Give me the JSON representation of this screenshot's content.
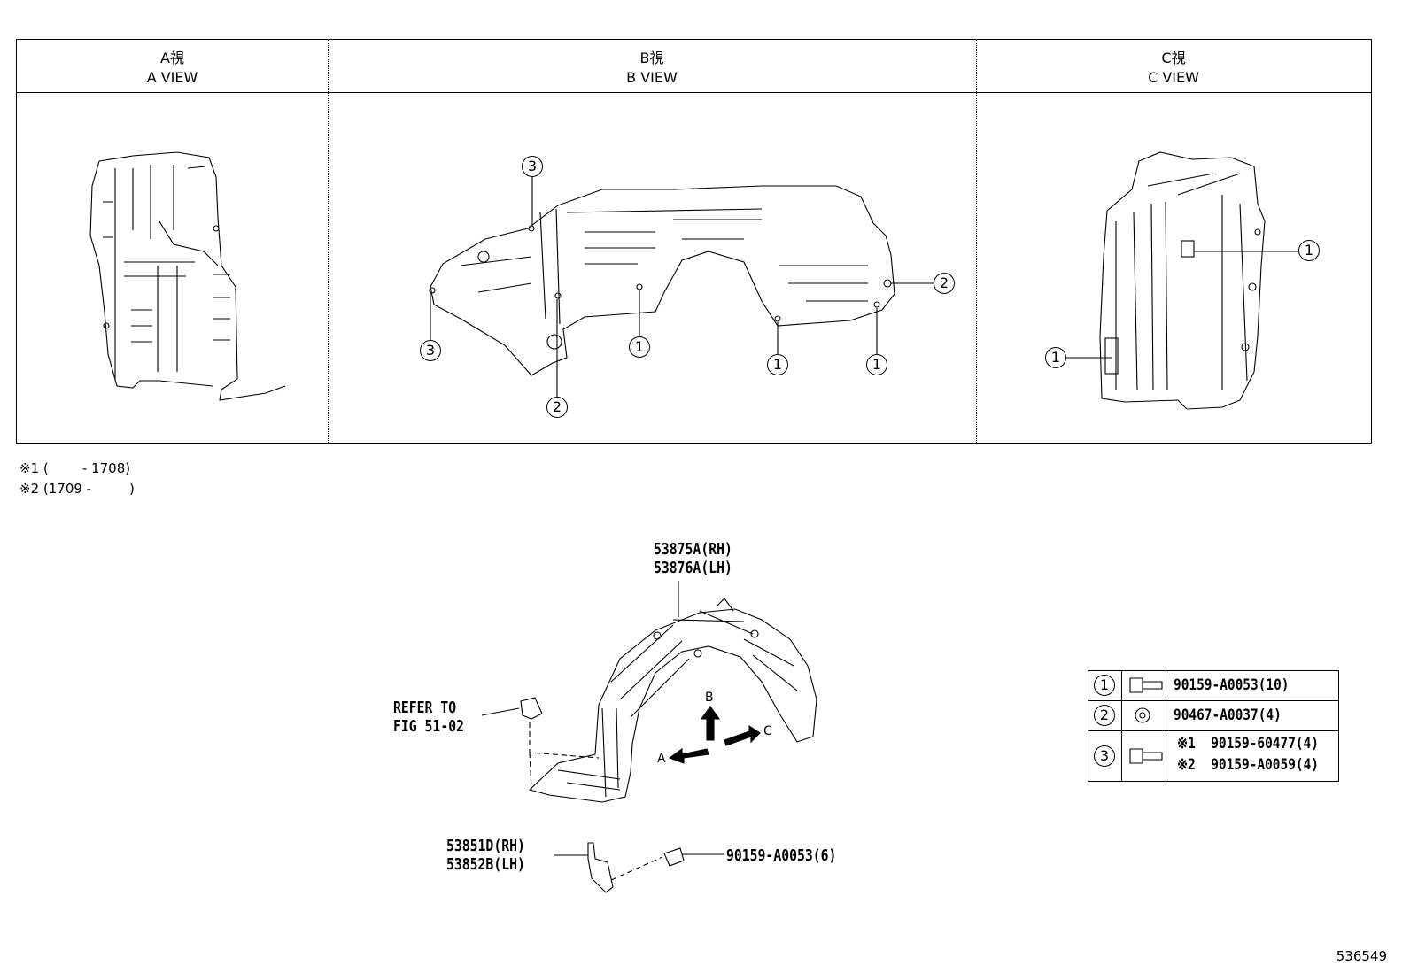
{
  "views": [
    {
      "jp": "A視",
      "en": "A VIEW"
    },
    {
      "jp": "B視",
      "en": "B VIEW"
    },
    {
      "jp": "C視",
      "en": "C VIEW"
    }
  ],
  "notes": [
    "※1 (        - 1708)",
    "※2 (1709 -         )"
  ],
  "callouts": {
    "one": "1",
    "two": "2",
    "three": "3"
  },
  "main_part": {
    "rh": "53875A(RH)",
    "lh": "53876A(LH)"
  },
  "refer": {
    "line1": "REFER TO",
    "line2": "FIG 51-02"
  },
  "sub_part": {
    "rh": "53851D(RH)",
    "lh": "53852B(LH)"
  },
  "screw_part": "90159-A0053(6)",
  "direction_labels": {
    "a": "A",
    "b": "B",
    "c": "C"
  },
  "legend": [
    {
      "num": "1",
      "icon": "bolt-icon",
      "parts": [
        "90159-A0053(10)"
      ]
    },
    {
      "num": "2",
      "icon": "clip-icon",
      "parts": [
        "90467-A0037(4)"
      ]
    },
    {
      "num": "3",
      "icon": "bolt-icon",
      "parts": [
        "※1  90159-60477(4)",
        "※2  90159-A0059(4)"
      ]
    }
  ],
  "figure_id": "536549"
}
